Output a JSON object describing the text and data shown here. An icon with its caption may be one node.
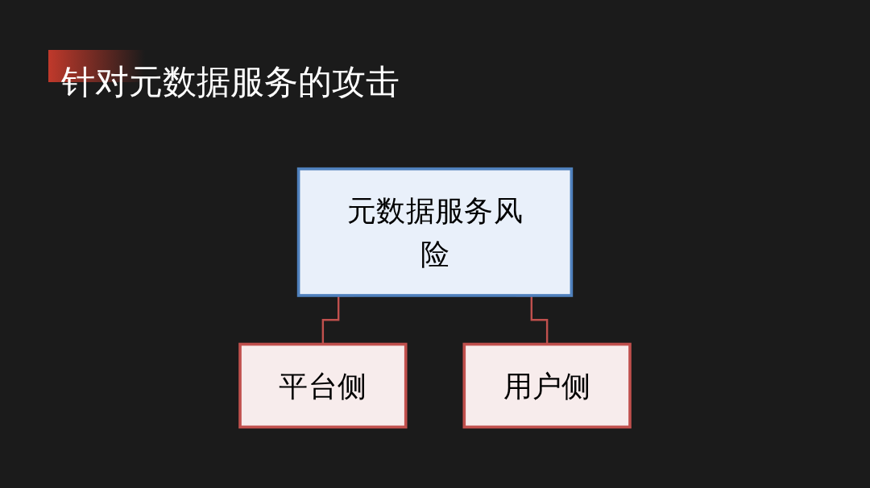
{
  "diagram": {
    "title": "针对元数据服务的攻击",
    "nodes": [
      {
        "text": [
          "元数据服务风险"
        ]
      },
      {
        "text": [
          "平台侧"
        ]
      },
      {
        "text": [
          "用户侧"
        ]
      }
    ],
    "edges": [
      {
        "from": 0,
        "to": 1,
        "arrow": "none"
      },
      {
        "from": 0,
        "to": 2,
        "arrow": "none"
      }
    ]
  }
}
